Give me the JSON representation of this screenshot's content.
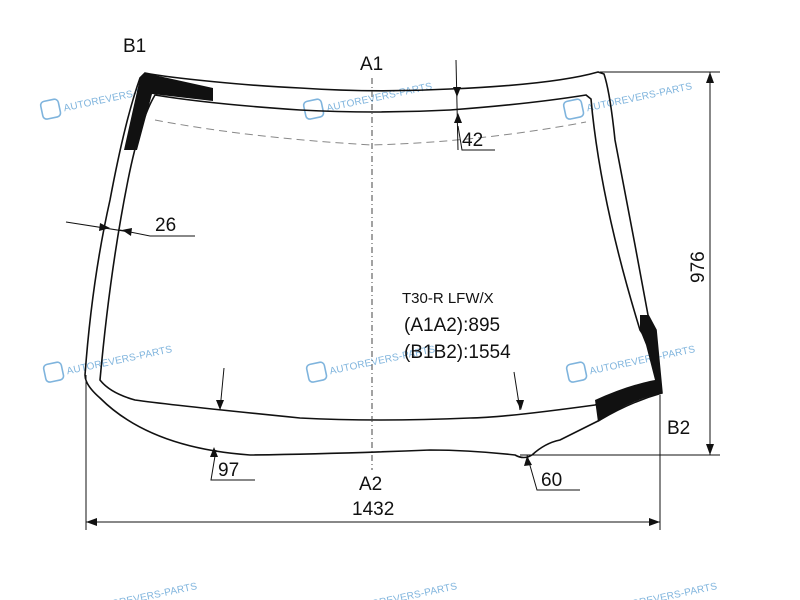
{
  "points": {
    "a1": "A1",
    "a2": "A2",
    "b1": "B1",
    "b2": "B2"
  },
  "dimensions": {
    "overall_width": "1432",
    "overall_height": "976",
    "top_band": "42",
    "side_band": "26",
    "bottom_band": "97",
    "bottom_right_band": "60"
  },
  "spec": {
    "model_code": "T30-R LFW/X",
    "a1a2": "(A1A2):895",
    "b1b2": "(B1B2):1554"
  },
  "watermark": {
    "text": "AUTOREVERS-PARTS",
    "color": "#7fb4dd"
  },
  "colors": {
    "line": "#111111",
    "fill": "#ffffff"
  }
}
